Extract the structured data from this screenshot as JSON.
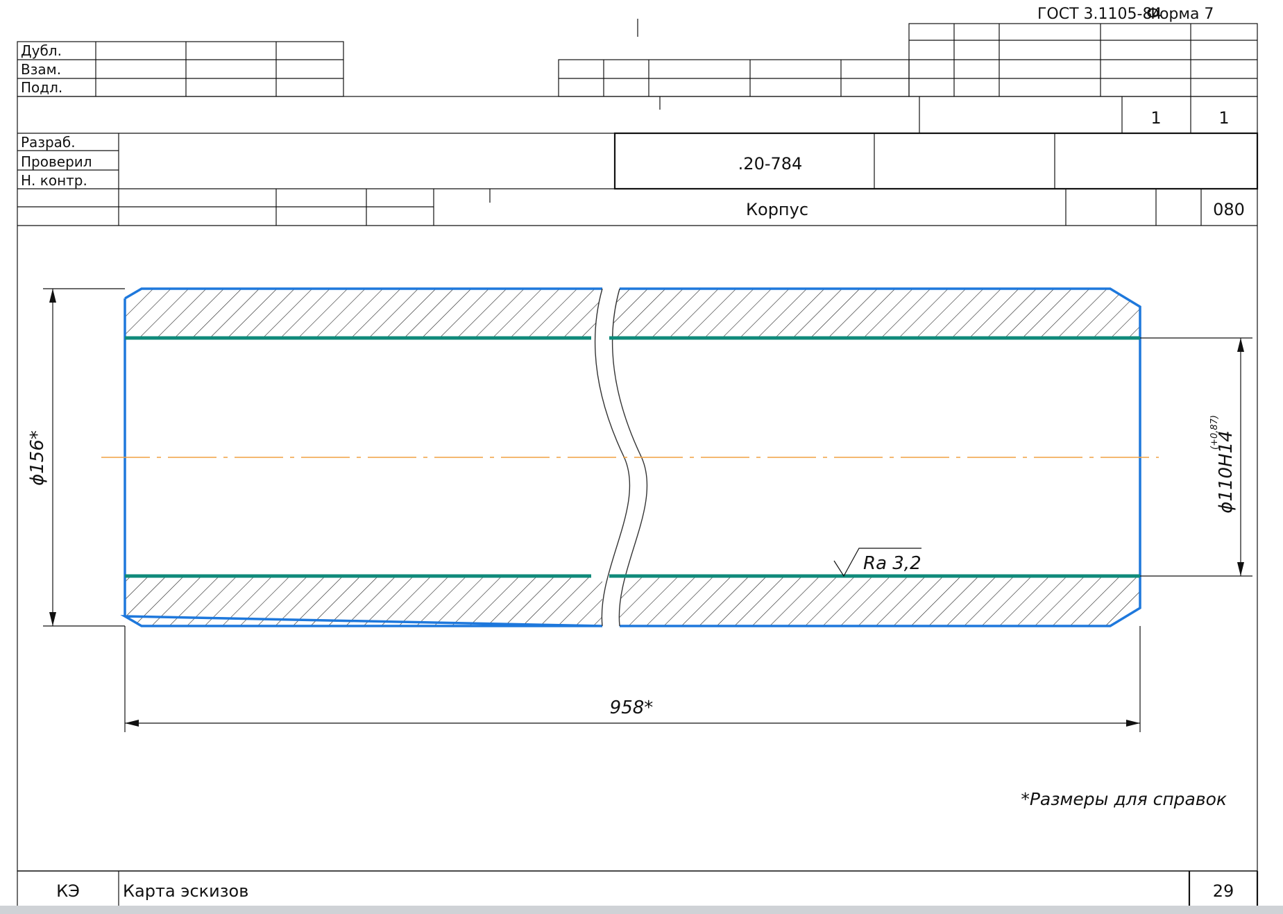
{
  "form_header": {
    "standard": "ГОСТ 3.1105-84",
    "form": "Форма 7"
  },
  "side_labels": [
    "Дубл.",
    "Взам.",
    "Подл."
  ],
  "sheet_counts": {
    "sheet": "1",
    "sheets": "1"
  },
  "signatures": [
    "Разраб.",
    "Проверил",
    "Н. контр."
  ],
  "document_code": ".20-784",
  "part_name": "Корпус",
  "operation_number": "080",
  "drawing": {
    "outer_diameter": "ϕ156*",
    "inner_diameter": "ϕ110H14",
    "inner_tolerance": "(+0,87)",
    "length": "958*",
    "roughness": "Ra 3,2",
    "note": "*Размеры для справок",
    "colors": {
      "part_outline": "#1e78dc",
      "machined_surface": "#0f8a7a",
      "axis_line": "#f0a040",
      "line": "#111111"
    }
  },
  "footer": {
    "doc_type": "КЭ",
    "doc_title": "Карта эскизов",
    "page_number": "29"
  }
}
